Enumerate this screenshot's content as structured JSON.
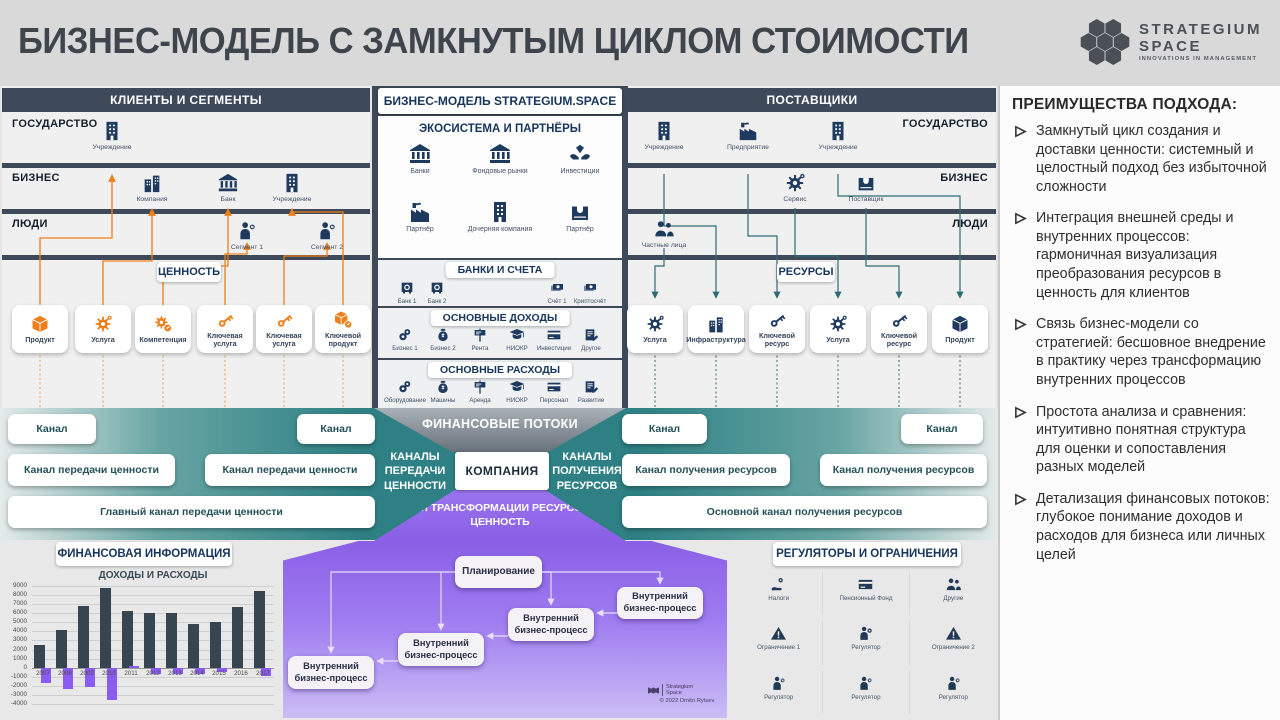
{
  "header": {
    "title": "БИЗНЕС-МОДЕЛЬ С ЗАМКНУТЫМ ЦИКЛОМ СТОИМОСТИ",
    "logo": {
      "name1": "STRATEGIUM",
      "name2": "SPACE",
      "tagline": "INNOVATIONS IN MANAGEMENT"
    }
  },
  "colors": {
    "navy_bar": "#3e4a59",
    "navy_icon": "#1e3a5f",
    "orange": "#ef7f1a",
    "teal": "#2e8084",
    "purple": "#8a5fe6",
    "income_bar": "#36454f",
    "expense_bar": "#8b5cf2"
  },
  "clients": {
    "header": "КЛИЕНТЫ И СЕГМЕНТЫ",
    "rows": [
      {
        "label": "ГОСУДАРСТВО",
        "items": [
          {
            "icon": "building-icon",
            "label": "Учреждение"
          }
        ]
      },
      {
        "label": "БИЗНЕС",
        "items": [
          {
            "icon": "company-icon",
            "label": "Компания"
          },
          {
            "icon": "bank-icon",
            "label": "Банк"
          },
          {
            "icon": "building-icon",
            "label": "Учреждение"
          }
        ]
      },
      {
        "label": "ЛЮДИ",
        "items": [
          {
            "icon": "segment-icon",
            "label": "Сегмент 1"
          },
          {
            "icon": "segment-icon",
            "label": "Сегмент 2"
          }
        ]
      }
    ]
  },
  "suppliers": {
    "header": "ПОСТАВЩИКИ",
    "rows": [
      {
        "label": "ГОСУДАРСТВО",
        "items": [
          {
            "icon": "building-icon",
            "label": "Учреждение"
          },
          {
            "icon": "factory-icon",
            "label": "Предприятие"
          },
          {
            "icon": "building-icon",
            "label": "Учреждение"
          }
        ]
      },
      {
        "label": "БИЗНЕС",
        "items": [
          {
            "icon": "gear-icon",
            "label": "Сервис"
          },
          {
            "icon": "crate-icon",
            "label": "Поставщик"
          }
        ]
      },
      {
        "label": "ЛЮДИ",
        "items": [
          {
            "icon": "people-icon",
            "label": "Частные лица"
          }
        ]
      }
    ]
  },
  "model": {
    "header": "БИЗНЕС-МОДЕЛЬ STRATEGIUM.SPACE",
    "ecosystem": {
      "title": "ЭКОСИСТЕМА И ПАРТНЁРЫ",
      "items": [
        {
          "icon": "bank-icon",
          "label": "Банки"
        },
        {
          "icon": "bank-icon",
          "label": "Фондовые рынки"
        },
        {
          "icon": "invest-icon",
          "label": "Инвестиции"
        },
        {
          "icon": "factory-icon",
          "label": "Партнёр"
        },
        {
          "icon": "building-icon",
          "label": "Дочерняя компания"
        },
        {
          "icon": "crate-icon",
          "label": "Партнёр"
        }
      ]
    },
    "banks": {
      "title": "БАНКИ И СЧЕТА",
      "items": [
        {
          "icon": "safe-icon",
          "label": "Банк 1"
        },
        {
          "icon": "safe-icon",
          "label": "Банк 2"
        },
        {
          "icon": "banknote-icon",
          "label": "Счёт 1"
        },
        {
          "icon": "banknote-icon",
          "label": "Криптосчёт"
        }
      ]
    },
    "income": {
      "title": "ОСНОВНЫЕ ДОХОДЫ",
      "items": [
        {
          "icon": "coins-icon",
          "label": "Бизнес 1"
        },
        {
          "icon": "moneybag-icon",
          "label": "Бизнес 2"
        },
        {
          "icon": "sign-icon",
          "label": "Рента"
        },
        {
          "icon": "graduate-icon",
          "label": "НИОКР"
        },
        {
          "icon": "card-icon",
          "label": "Инвестиции"
        },
        {
          "icon": "doc-icon",
          "label": "Другое"
        }
      ]
    },
    "expenses": {
      "title": "ОСНОВНЫЕ РАСХОДЫ",
      "items": [
        {
          "icon": "coins-icon",
          "label": "Оборудование"
        },
        {
          "icon": "moneybag-icon",
          "label": "Машины"
        },
        {
          "icon": "sign-icon",
          "label": "Аренда"
        },
        {
          "icon": "graduate-icon",
          "label": "НИОКР"
        },
        {
          "icon": "card-icon",
          "label": "Персонал"
        },
        {
          "icon": "doc-icon",
          "label": "Развитие"
        }
      ]
    }
  },
  "value": {
    "title": "ЦЕННОСТЬ",
    "items": [
      {
        "icon": "box-icon",
        "label": "Продукт"
      },
      {
        "icon": "gear-icon",
        "label": "Услуга"
      },
      {
        "icon": "gearcheck-icon",
        "label": "Компетенция"
      },
      {
        "icon": "key-icon",
        "label": "Ключевая услуга"
      },
      {
        "icon": "key-icon",
        "label": "Ключевая услуга"
      },
      {
        "icon": "boxcheck-icon",
        "label": "Ключевой продукт"
      }
    ]
  },
  "resources": {
    "title": "РЕСУРСЫ",
    "items": [
      {
        "icon": "gear-icon",
        "label": "Услуга"
      },
      {
        "icon": "company-icon",
        "label": "Инфраструктура"
      },
      {
        "icon": "key-icon",
        "label": "Ключевой ресурс"
      },
      {
        "icon": "gear-icon",
        "label": "Услуга"
      },
      {
        "icon": "key-icon",
        "label": "Ключевой ресурс"
      },
      {
        "icon": "box-icon",
        "label": "Продукт"
      }
    ]
  },
  "flows": {
    "financial": "ФИНАНСОВЫЕ ПОТОКИ",
    "company": "КОМПАНИЯ",
    "left_label": "КАНАЛЫ ПЕРЕДАЧИ ЦЕННОСТИ",
    "right_label": "КАНАЛЫ ПОЛУЧЕНИЯ РЕСУРСОВ",
    "transform": "ПУТИ ТРАНСФОРМАЦИИ РЕСУРСОВ В ЦЕННОСТЬ"
  },
  "channels": {
    "left": [
      "Канал",
      "Канал",
      "Канал передачи ценности",
      "Канал передачи ценности",
      "Главный канал передачи ценности"
    ],
    "right": [
      "Канал",
      "Канал",
      "Канал получения ресурсов",
      "Канал получения ресурсов",
      "Основной канал получения ресурсов"
    ]
  },
  "finance": {
    "header": "ФИНАНСОВАЯ ИНФОРМАЦИЯ"
  },
  "chart_data": {
    "type": "bar",
    "title": "ДОХОДЫ И РАСХОДЫ",
    "categories": [
      "2007",
      "2008",
      "2009",
      "2010",
      "2011",
      "2012",
      "2013",
      "2014",
      "2015",
      "2016",
      "2017"
    ],
    "series": [
      {
        "name": "Доходы",
        "color": "#36454f",
        "values": [
          2500,
          4100,
          6800,
          8800,
          6300,
          6000,
          6000,
          4800,
          5000,
          6700,
          8400
        ]
      },
      {
        "name": "Расходы",
        "color": "#8b5cf2",
        "values": [
          -1700,
          -2400,
          -2100,
          -3600,
          200,
          -700,
          -700,
          -700,
          -500,
          0,
          -900
        ]
      }
    ],
    "ylim": [
      -4000,
      9000
    ],
    "ytick_step": 1000,
    "grid": true,
    "legend": "none"
  },
  "process": {
    "planning": "Планирование",
    "steps": [
      "Внутренний бизнес-процесс",
      "Внутренний бизнес-процесс",
      "Внутренний бизнес-процесс",
      "Внутренний бизнес-процесс"
    ]
  },
  "regulators": {
    "header": "РЕГУЛЯТОРЫ И ОГРАНИЧЕНИЯ",
    "items": [
      {
        "icon": "handcoin-icon",
        "label": "Налоги"
      },
      {
        "icon": "card-icon",
        "label": "Пенсионный Фонд"
      },
      {
        "icon": "people-icon",
        "label": "Другие"
      },
      {
        "icon": "warning-icon",
        "label": "Ограничение 1"
      },
      {
        "icon": "persongear-icon",
        "label": "Регулятор"
      },
      {
        "icon": "warning-icon",
        "label": "Ограничение 2"
      },
      {
        "icon": "segment-icon",
        "label": "Регулятор"
      },
      {
        "icon": "segment-icon",
        "label": "Регулятор"
      },
      {
        "icon": "segment-icon",
        "label": "Регулятор"
      }
    ]
  },
  "credit": {
    "brand1": "Strategium",
    "brand2": "Space",
    "copyright": "© 2022 Dmitri Rytsev"
  },
  "sidebar": {
    "title": "ПРЕИМУЩЕСТВА ПОДХОДА:",
    "bullets": [
      "Замкнутый цикл создания и доставки ценности: системный и целостный подход без избыточной сложности",
      "Интеграция внешней среды и внутренних процессов: гармоничная визуализация преобразования ресурсов в ценность для клиентов",
      "Связь бизнес-модели со стратегией: бесшовное внедрение в практику через трансформацию внутренних процессов",
      "Простота анализа и сравнения: интуитивно понятная структура для оценки и сопоставления разных моделей",
      "Детализация финансовых потоков: глубокое понимание доходов и расходов для бизнеса или личных целей"
    ]
  }
}
